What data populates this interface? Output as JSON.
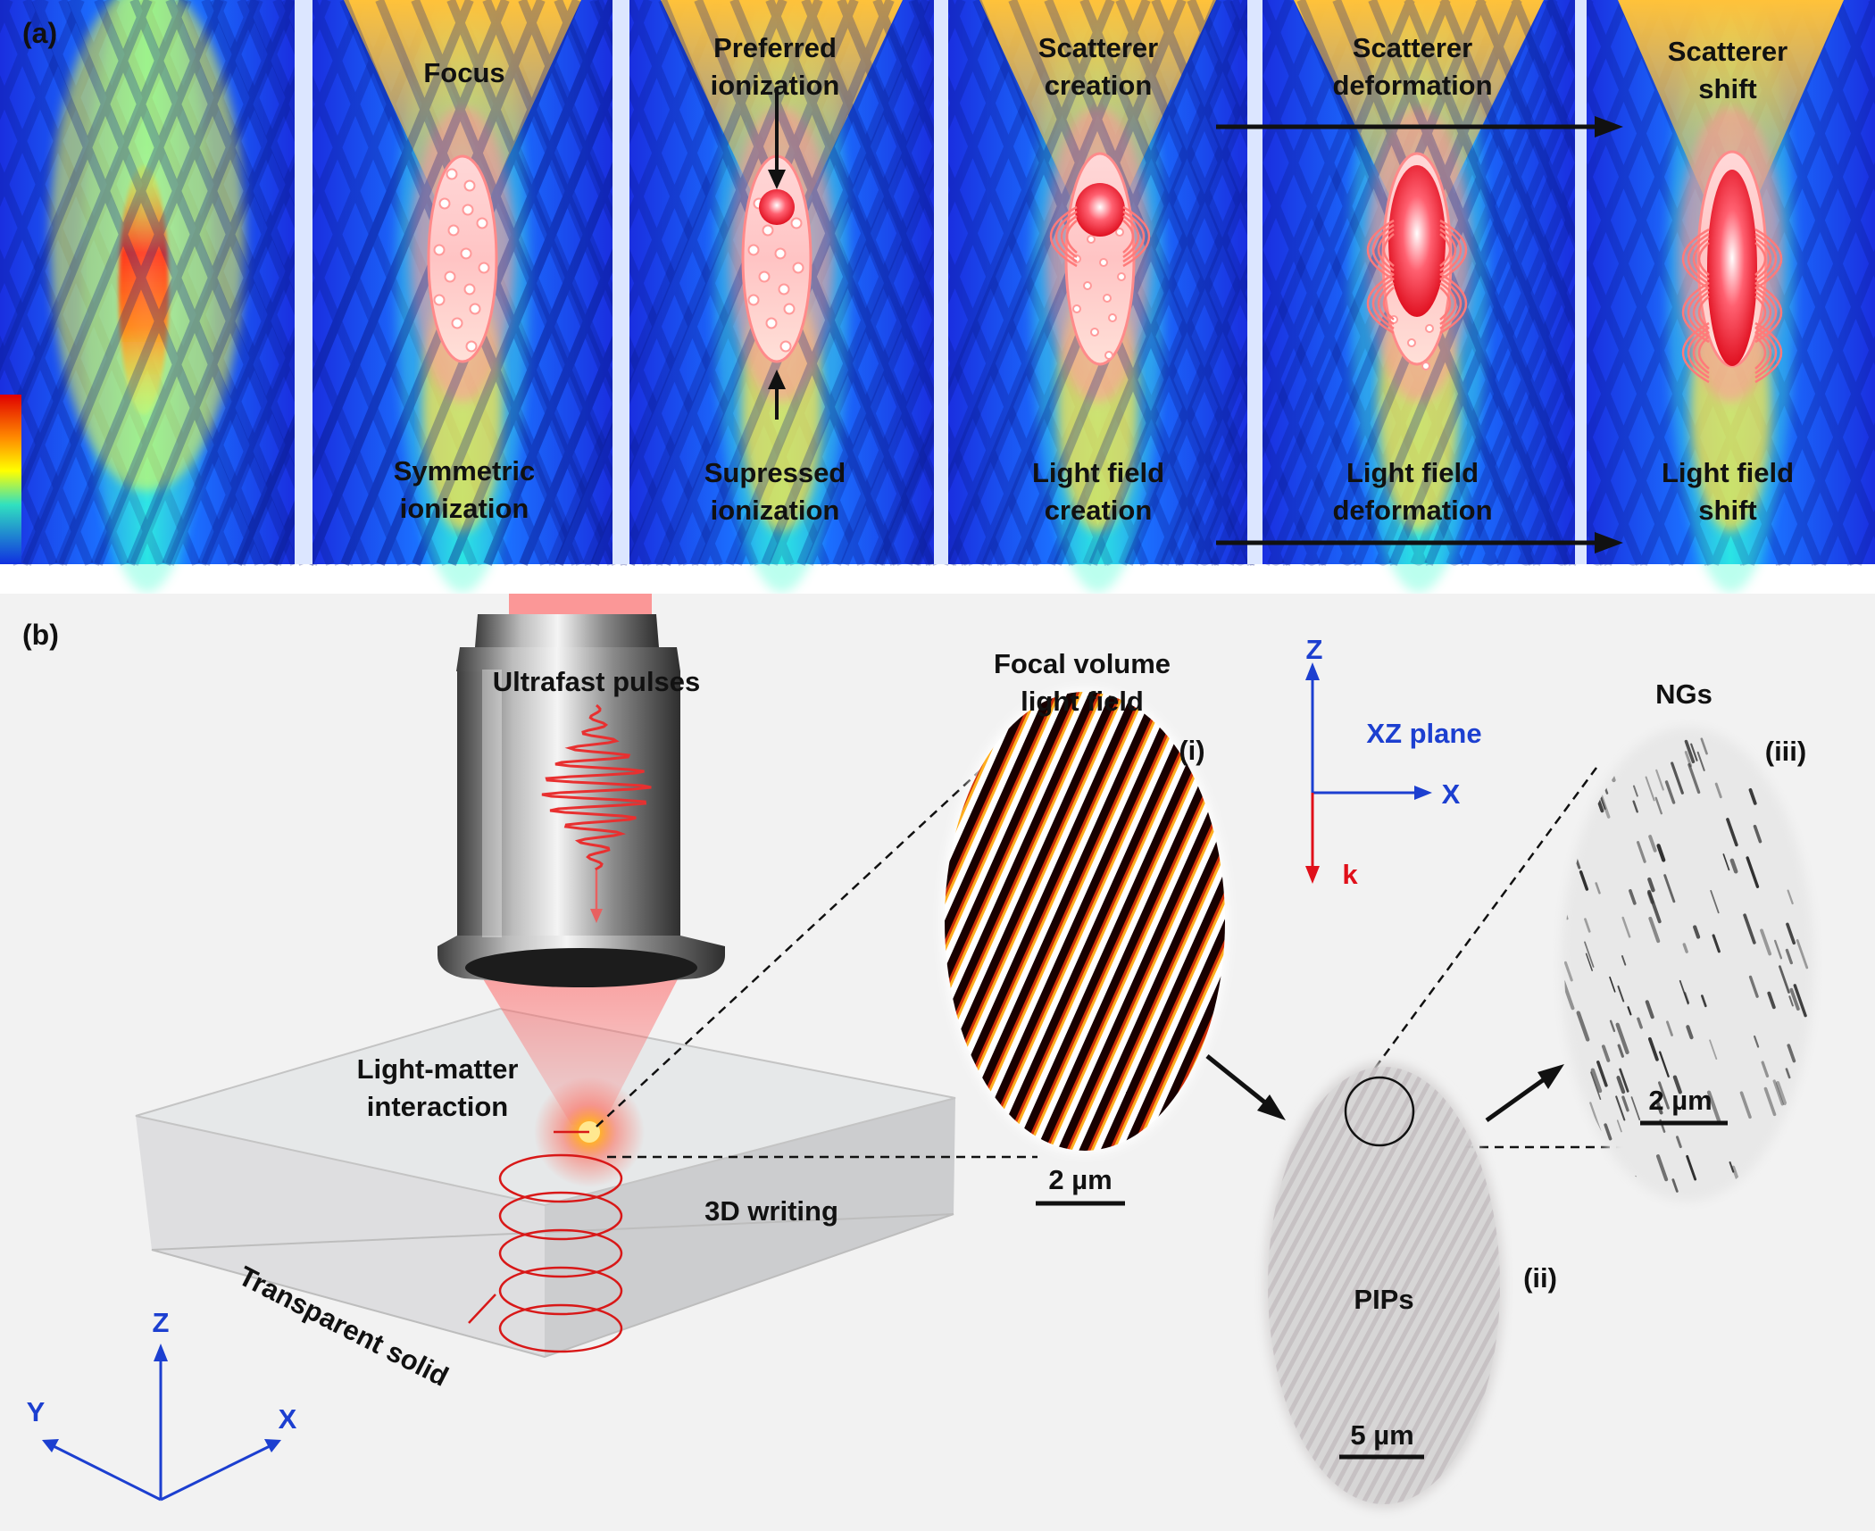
{
  "panel_a": {
    "label": "(a)",
    "stages": [
      {
        "top": [],
        "bottom": []
      },
      {
        "top": [
          "Focus"
        ],
        "bottom": [
          "Symmetric",
          "ionization"
        ]
      },
      {
        "top": [
          "Preferred",
          "ionization"
        ],
        "bottom": [
          "Supressed",
          "ionization"
        ]
      },
      {
        "top": [
          "Scatterer",
          "creation"
        ],
        "bottom": [
          "Light field",
          "creation"
        ]
      },
      {
        "top": [
          "Scatterer",
          "deformation"
        ],
        "bottom": [
          "Light field",
          "deformation"
        ]
      },
      {
        "top": [
          "Scatterer",
          "shift"
        ],
        "bottom": [
          "Light field",
          "shift"
        ]
      }
    ]
  },
  "panel_b": {
    "label": "(b)",
    "ultrafast": "Ultrafast pulses",
    "interaction": [
      "Light-matter",
      "interaction"
    ],
    "writing": "3D writing",
    "solid": "Transparent solid",
    "axes3d": {
      "z": "Z",
      "y": "Y",
      "x": "X"
    },
    "focal": {
      "title": [
        "Focal volume",
        "light field"
      ],
      "tag": "(i)",
      "scale": "2 µm"
    },
    "xz": {
      "z": "Z",
      "x": "X",
      "k": "k",
      "plane": "XZ plane"
    },
    "pips": {
      "title": "PIPs",
      "tag": "(ii)",
      "scale": "5 µm"
    },
    "ngs": {
      "title": "NGs",
      "tag": "(iii)",
      "scale": "2 µm"
    }
  },
  "colors": {
    "axis_blue": "#1c3fd0",
    "axis_red": "#e0101a",
    "ink": "#111111"
  }
}
